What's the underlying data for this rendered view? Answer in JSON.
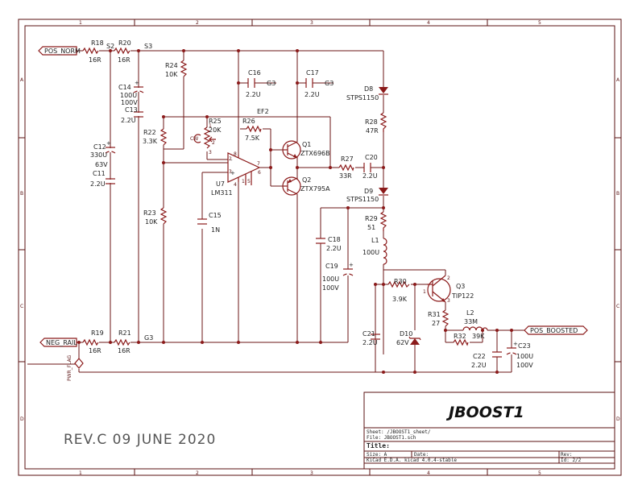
{
  "frame": {
    "cols": [
      "1",
      "2",
      "3",
      "4",
      "5"
    ],
    "rows": [
      "A",
      "B",
      "C",
      "D"
    ]
  },
  "labels": {
    "pos_norm": "POS_NORM",
    "neg_rail": "NEG_RAIL",
    "pos_boosted": "POS_BOOSTED",
    "pwr_flag": "PWR_FLAG",
    "s2": "S2",
    "s3": "S3",
    "g3": "G3",
    "ef2": "EF2"
  },
  "components": {
    "R18": {
      "ref": "R18",
      "value": "16R"
    },
    "R20": {
      "ref": "R20",
      "value": "16R"
    },
    "R19": {
      "ref": "R19",
      "value": "16R"
    },
    "R21": {
      "ref": "R21",
      "value": "16R"
    },
    "R24": {
      "ref": "R24",
      "value": "10K"
    },
    "R22": {
      "ref": "R22",
      "value": "3.3K"
    },
    "R23": {
      "ref": "R23",
      "value": "10K"
    },
    "R25": {
      "ref": "R25",
      "value": "20K",
      "cw": "CW"
    },
    "R26": {
      "ref": "R26",
      "value": "7.5K"
    },
    "R27": {
      "ref": "R27",
      "value": "33R"
    },
    "R28": {
      "ref": "R28",
      "value": "47R"
    },
    "R29": {
      "ref": "R29",
      "value": "51"
    },
    "R30": {
      "ref": "R30",
      "value": "3.9K"
    },
    "R31": {
      "ref": "R31",
      "value": "27"
    },
    "R32": {
      "ref": "R32",
      "value": "39K"
    },
    "C14": {
      "ref": "C14",
      "value": "100U",
      "voltage": "100V"
    },
    "C13": {
      "ref": "C13",
      "value": "2.2U"
    },
    "C12": {
      "ref": "C12",
      "value": "330U",
      "voltage": "63V"
    },
    "C11": {
      "ref": "C11",
      "value": "2.2U"
    },
    "C15": {
      "ref": "C15",
      "value": "1N"
    },
    "C16": {
      "ref": "C16",
      "value": "2.2U"
    },
    "C17": {
      "ref": "C17",
      "value": "2.2U"
    },
    "C18": {
      "ref": "C18",
      "value": "2.2U"
    },
    "C19": {
      "ref": "C19",
      "value": "100U",
      "voltage": "100V"
    },
    "C20": {
      "ref": "C20",
      "value": "2.2U"
    },
    "C21": {
      "ref": "C21",
      "value": "2.2U"
    },
    "C22": {
      "ref": "C22",
      "value": "2.2U"
    },
    "C23": {
      "ref": "C23",
      "value": "100U",
      "voltage": "100V"
    },
    "D8": {
      "ref": "D8",
      "value": "STPS1150"
    },
    "D9": {
      "ref": "D9",
      "value": "STPS1150"
    },
    "D10": {
      "ref": "D10",
      "value": "62V"
    },
    "Q1": {
      "ref": "Q1",
      "value": "ZTX696B"
    },
    "Q2": {
      "ref": "Q2",
      "value": "ZTX795A"
    },
    "Q3": {
      "ref": "Q3",
      "value": "TIP122"
    },
    "U7": {
      "ref": "U7",
      "value": "LM311"
    },
    "L1": {
      "ref": "L1",
      "value": "100U"
    },
    "L2": {
      "ref": "L2",
      "value": "33M"
    }
  },
  "pins": {
    "u7_2": "2",
    "u7_3": "3",
    "u7_7": "7",
    "u7_8": "8",
    "u7_4": "4",
    "u7_1": "1",
    "u7_5": "5",
    "u7_6": "6",
    "q3_1": "1",
    "q3_2": "2",
    "q3_3": "3",
    "r25_1": "1",
    "r25_2": "2",
    "r25_3": "3"
  },
  "revision_note": "REV.C   09 JUNE 2020",
  "title_block": {
    "title": "JBOOST1",
    "sheet": "Sheet: /JBOOST1_sheet/",
    "file": "File: JBOOST1.sch",
    "title_label": "Title:",
    "size": "Size: A",
    "date": "Date:",
    "rev": "Rev:",
    "kicad": "KiCad E.D.A.  kicad 4.0.4-stable",
    "id": "Id: 2/2"
  }
}
